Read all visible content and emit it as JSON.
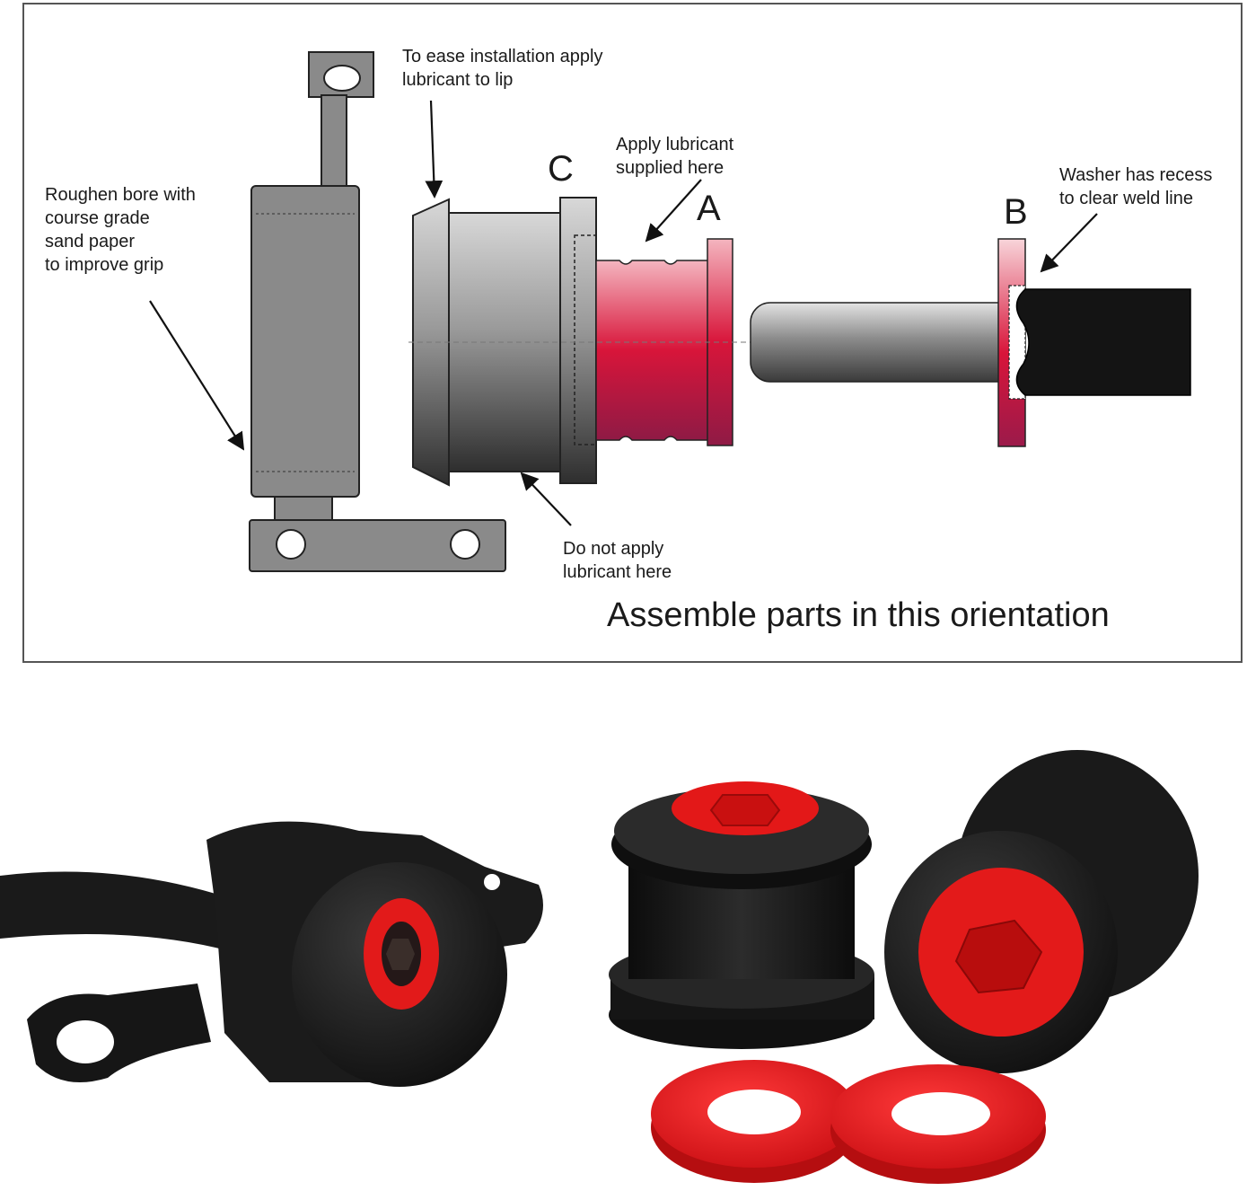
{
  "diagram": {
    "labels": {
      "roughen": "Roughen bore with\ncourse grade\nsand paper\nto improve grip",
      "ease": "To ease installation apply\nlubricant to lip",
      "apply": "Apply lubricant\nsupplied here",
      "washer": "Washer has recess\nto clear weld line",
      "do_not": "Do not apply\nlubricant here"
    },
    "letters": {
      "a": "A",
      "b": "B",
      "c": "C"
    },
    "title": "Assemble parts in this orientation"
  },
  "colors": {
    "bushing_red": "#d8153a",
    "metal_grey": "#8a8a8a",
    "rubber_black": "#141414"
  }
}
